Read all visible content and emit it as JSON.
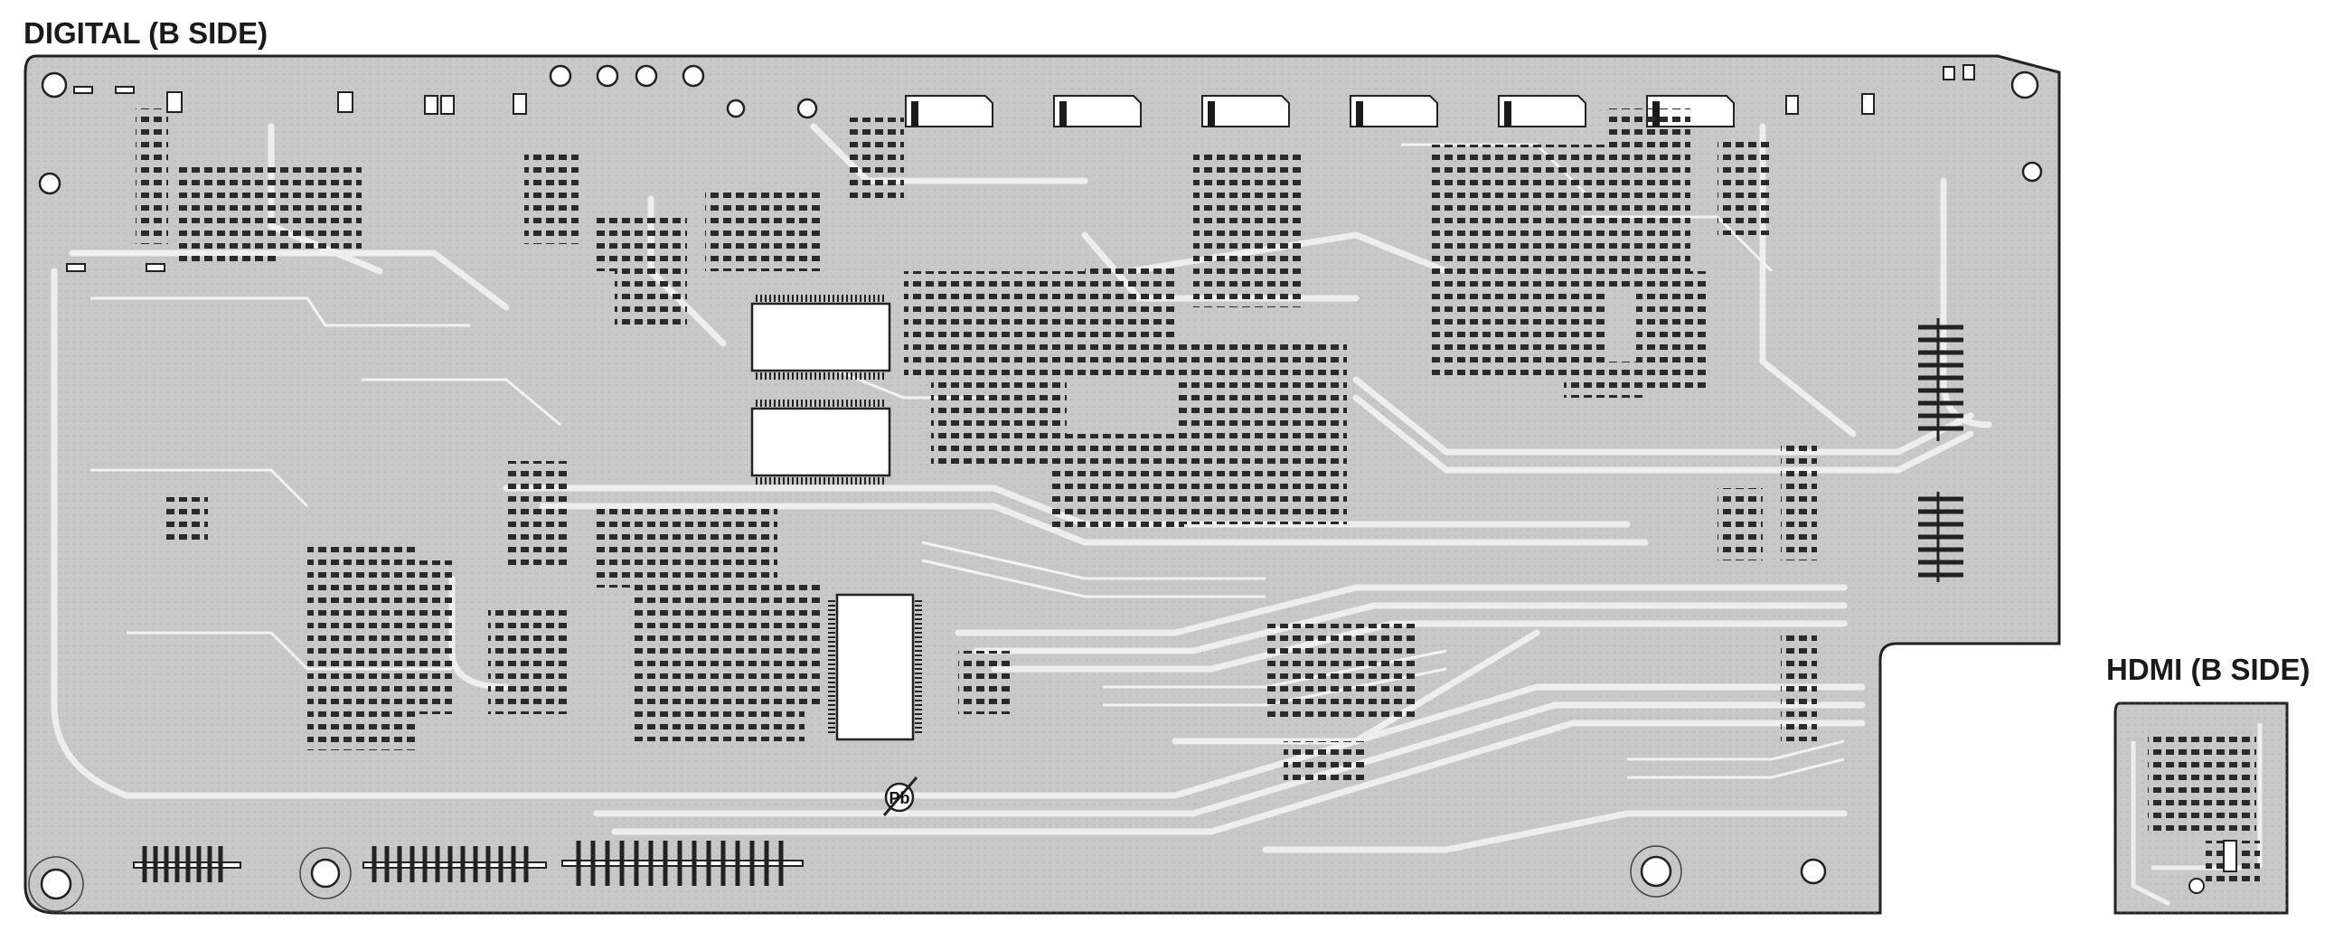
{
  "diagram": {
    "digital_board": {
      "title": "DIGITAL (B SIDE)",
      "pb_free_symbol": "Pb",
      "board_color": "#c8c8c8",
      "trace_color": "#f0f0f0",
      "component_color": "#1a1a1a"
    },
    "hdmi_board": {
      "title": "HDMI (B SIDE)",
      "board_color": "#c8c8c8"
    }
  }
}
